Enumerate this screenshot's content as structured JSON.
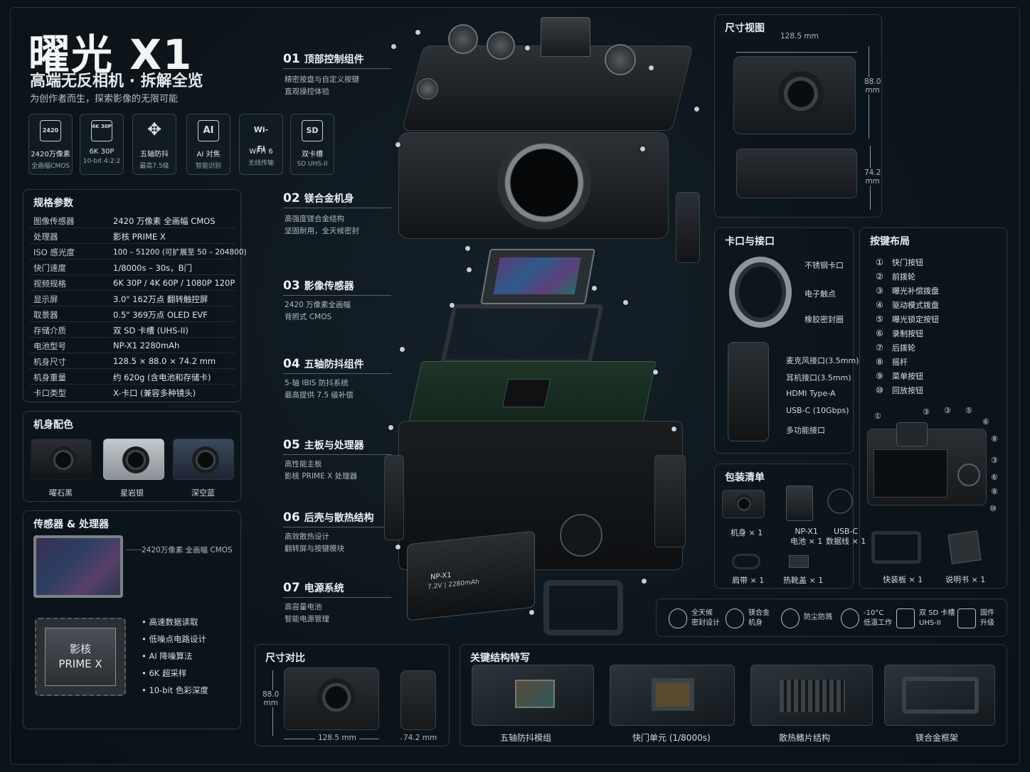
{
  "header": {
    "title": "曜光 X1",
    "subtitle": "高端无反相机 · 拆解全览",
    "tagline": "为创作者而生，探索影像的无限可能"
  },
  "features": [
    {
      "icon": "2420",
      "l1": "2420万像素",
      "l2": "全画幅CMOS"
    },
    {
      "icon": "6K 30P",
      "l1": "6K 30P",
      "l2": "10-bit 4:2:2"
    },
    {
      "icon": "✥",
      "l1": "五轴防抖",
      "l2": "最高7.5级"
    },
    {
      "icon": "AI",
      "l1": "AI 对焦",
      "l2": "智能识别"
    },
    {
      "icon": "Wi-Fi",
      "l1": "Wi-Fi 6",
      "l2": "无线传输"
    },
    {
      "icon": "SD",
      "l1": "双卡槽",
      "l2": "SD UHS-II"
    }
  ],
  "specs": {
    "title": "规格参数",
    "rows": [
      {
        "k": "图像传感器",
        "v": "2420 万像素 全画幅 CMOS"
      },
      {
        "k": "处理器",
        "v": "影核 PRIME X"
      },
      {
        "k": "ISO 感光度",
        "v": "100 – 51200 (可扩展至 50 – 204800)"
      },
      {
        "k": "快门速度",
        "v": "1/8000s – 30s，B门"
      },
      {
        "k": "视频规格",
        "v": "6K 30P / 4K 60P / 1080P 120P"
      },
      {
        "k": "显示屏",
        "v": "3.0\" 162万点 翻转触控屏"
      },
      {
        "k": "取景器",
        "v": "0.5\" 369万点 OLED EVF"
      },
      {
        "k": "存储介质",
        "v": "双 SD 卡槽 (UHS-II)"
      },
      {
        "k": "电池型号",
        "v": "NP-X1 2280mAh"
      },
      {
        "k": "机身尺寸",
        "v": "128.5 × 88.0 × 74.2 mm"
      },
      {
        "k": "机身重量",
        "v": "约 620g (含电池和存储卡)"
      },
      {
        "k": "卡口类型",
        "v": "X-卡口 (兼容多种镜头)"
      }
    ]
  },
  "colors_panel": {
    "title": "机身配色",
    "items": [
      {
        "name": "曜石黑",
        "color": "#1c1f22"
      },
      {
        "name": "星岩银",
        "color": "#a9afb4"
      },
      {
        "name": "深空蓝",
        "color": "#2a3444"
      }
    ]
  },
  "sensor_panel": {
    "title": "传感器 & 处理器",
    "sensor_label": "2420万像素 全画幅 CMOS",
    "chip_line1": "影核",
    "chip_line2": "PRIME X",
    "bullets": [
      "高速数据读取",
      "低噪点电路设计",
      "AI 降噪算法",
      "6K 超采样",
      "10-bit 色彩深度"
    ]
  },
  "exploded": [
    {
      "num": "01",
      "name": "顶部控制组件",
      "d1": "精密按盘与自定义按键",
      "d2": "直观操控体验"
    },
    {
      "num": "02",
      "name": "镁合金机身",
      "d1": "高强度镁合金结构",
      "d2": "坚固耐用，全天候密封"
    },
    {
      "num": "03",
      "name": "影像传感器",
      "d1": "2420 万像素全画幅",
      "d2": "背照式 CMOS"
    },
    {
      "num": "04",
      "name": "五轴防抖组件",
      "d1": "5-轴 IBIS 防抖系统",
      "d2": "最高提供 7.5 级补偿"
    },
    {
      "num": "05",
      "name": "主板与处理器",
      "d1": "高性能主板",
      "d2": "影核 PRIME X 处理器"
    },
    {
      "num": "06",
      "name": "后壳与散热结构",
      "d1": "高效散热设计",
      "d2": "翻转屏与按键模块"
    },
    {
      "num": "07",
      "name": "电源系统",
      "d1": "高容量电池",
      "d2": "智能电源管理"
    }
  ],
  "battery": {
    "line1": "NP-X1",
    "line2": "7.2V | 2280mAh"
  },
  "dimensions_view": {
    "title": "尺寸视图",
    "width": "128.5 mm",
    "height_v": "88.0",
    "height_u": "mm",
    "depth_v": "74.2",
    "depth_u": "mm"
  },
  "mount_ports": {
    "title": "卡口与接口",
    "mount": [
      "不锈钢卡口",
      "电子触点",
      "橡胶密封圈"
    ],
    "ports": [
      "麦克风接口(3.5mm)",
      "耳机接口(3.5mm)",
      "HDMI Type-A",
      "USB-C (10Gbps)",
      "多功能接口"
    ]
  },
  "buttons": {
    "title": "按键布局",
    "items": [
      {
        "n": "①",
        "t": "快门按钮"
      },
      {
        "n": "②",
        "t": "前拨轮"
      },
      {
        "n": "③",
        "t": "曝光补偿拨盘"
      },
      {
        "n": "④",
        "t": "驱动模式拨盘"
      },
      {
        "n": "⑤",
        "t": "曝光锁定按钮"
      },
      {
        "n": "⑥",
        "t": "录制按钮"
      },
      {
        "n": "⑦",
        "t": "后拨轮"
      },
      {
        "n": "⑧",
        "t": "摇杆"
      },
      {
        "n": "⑨",
        "t": "菜单按钮"
      },
      {
        "n": "⑩",
        "t": "回放按钮"
      }
    ],
    "callouts": [
      "①",
      "③",
      "③",
      "⑤",
      "⑥",
      "⑧",
      "③",
      "⑥",
      "⑧",
      "⑩"
    ]
  },
  "package": {
    "title": "包装清单",
    "items": [
      {
        "l1": "机身 × 1",
        "l2": ""
      },
      {
        "l1": "NP-X1",
        "l2": "电池 × 1"
      },
      {
        "l1": "USB-C",
        "l2": "数据线 × 1"
      },
      {
        "l1": "肩带 × 1",
        "l2": ""
      },
      {
        "l1": "热靴盖 × 1",
        "l2": ""
      },
      {
        "l1": "快装板 × 1",
        "l2": ""
      },
      {
        "l1": "说明书 × 1",
        "l2": ""
      }
    ]
  },
  "badges": [
    {
      "l1": "全天候",
      "l2": "密封设计"
    },
    {
      "l1": "镁合金",
      "l2": "机身"
    },
    {
      "l1": "防尘防溅",
      "l2": ""
    },
    {
      "l1": "-10°C",
      "l2": "低温工作"
    },
    {
      "l1": "双 SD 卡槽",
      "l2": "UHS-II"
    },
    {
      "l1": "固件",
      "l2": "升级"
    }
  ],
  "size_compare": {
    "title": "尺寸对比",
    "h_v": "88.0",
    "h_u": "mm",
    "w": "128.5 mm",
    "d": "74.2 mm"
  },
  "key_structures": {
    "title": "关键结构特写",
    "items": [
      "五轴防抖模组",
      "快门单元 (1/8000s)",
      "散热鳍片结构",
      "镁合金框架"
    ]
  }
}
